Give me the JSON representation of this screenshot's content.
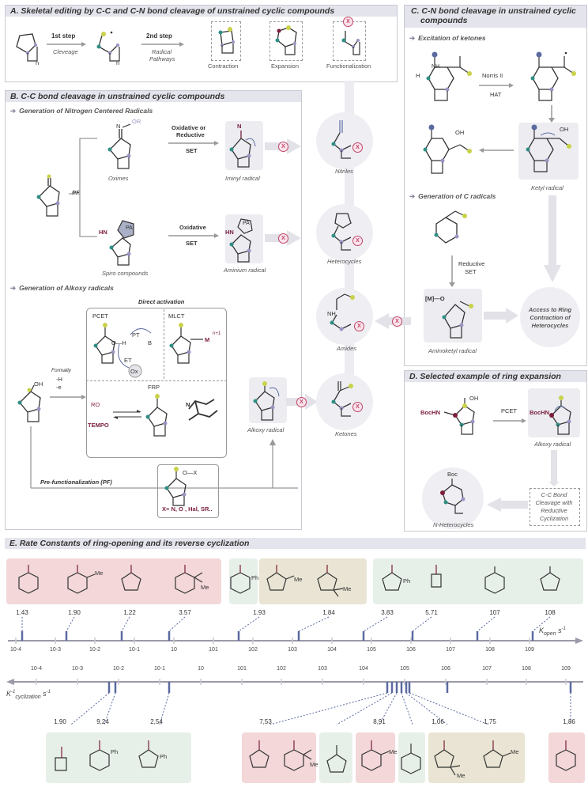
{
  "panelA": {
    "title": "A. Skeletal editing by C-C and C-N bond cleavage of unstrained cyclic compounds",
    "step1": "1st step",
    "step1_sub": "Cleveage",
    "step2": "2nd step",
    "step2_sub1": "Radical",
    "step2_sub2": "Pathways",
    "n": "n",
    "contraction": "Contraction",
    "expansion": "Expansion",
    "functionalization": "Functionalization",
    "x": "X"
  },
  "panelB": {
    "title": "B.  C-C bond cleavage in unstrained cyclic compounds",
    "sub1": "Generation of Nitrogen Centered Radicals",
    "or": "OR",
    "n_atom": "N",
    "oxidative_reductive1": "Oxidative or",
    "oxidative_reductive2": "Reductive",
    "set": "SET",
    "pf": "PF",
    "oximes": "Oximes",
    "iminyl": "Iminyl radical",
    "hn": "HN",
    "pa": "PA",
    "oxidative": "Oxidative",
    "spiro": "Spiro compounds",
    "aminium": "Aminium radical",
    "sub2": "Generation of Alkoxy radicals",
    "direct": "Direct activation",
    "pcet": "PCET",
    "mlct": "MLCT",
    "pt": "PT",
    "et": "ET",
    "ox": "Ox",
    "b": "B",
    "oh_h": "O—H",
    "m": "M",
    "mn1": "n+1",
    "frp": "FRP",
    "ro": "RO",
    "tempo": "TEMPO",
    "formally": "Formally",
    "minus_h": "-H",
    "minus_e": "-e",
    "oh": "OH",
    "alkoxy": "Alkoxy radical",
    "prefunc": "Pre-functionalization (PF)",
    "ox_label": "O—X",
    "xlist": "X= N, O , Hal, SR.."
  },
  "middle": {
    "nitriles": "Nitriles",
    "heterocycles": "Heterocycles",
    "amides": "Amides",
    "ketones": "Ketones",
    "nh": "NH"
  },
  "panelC": {
    "title": "C. C-N bond cleavage in unstrained cyclic",
    "title2": "compounds",
    "sub1": "Excitation of ketones",
    "norris": "Norris II",
    "hat": "HAT",
    "h": "H",
    "oh": "OH",
    "ketyl": "Ketyl radical",
    "sub2": "Generation of C radicals",
    "reductive": "Reductive",
    "set": "SET",
    "m_o": "[M]—O",
    "aminoketyl": "Aminoketyl radical",
    "access1": "Access to Ring",
    "access2": "Contraction of",
    "access3": "Heterocycles"
  },
  "panelD": {
    "title": "D. Selected example of ring expansion",
    "bochn": "BocHN",
    "oh": "OH",
    "pcet": "PCET",
    "alkoxy": "Alkoxy radical",
    "boc": "Boc",
    "nheterocycles": "N-Heterocycles",
    "cc1": "C-C Bond",
    "cc2": "Cleavage with",
    "cc3": "Reductive",
    "cc4": "Cyclization"
  },
  "panelE": {
    "title": "E. Rate Constants of ring-opening and its reverse cyclization",
    "kopen": "K",
    "kopen_sub": "open",
    "kopen_unit": "s",
    "kcyc": "K",
    "kcyc_sub": "cyclization",
    "kcyc_unit": "s",
    "ph": "Ph",
    "me": "Me",
    "top_ticks": [
      "10-4",
      "10-3",
      "10-2",
      "10-1",
      "10",
      "101",
      "102",
      "103",
      "104",
      "105",
      "106",
      "107",
      "108",
      "109"
    ],
    "top_values": [
      "1.43",
      "1.90",
      "1.22",
      "3.57",
      "1.93",
      "1.84",
      "3.83",
      "5.71",
      "107",
      "108"
    ],
    "bottom_ticks": [
      "10-4",
      "10-3",
      "10-2",
      "10-1",
      "10",
      "101",
      "102",
      "103",
      "104",
      "105",
      "106",
      "107",
      "108",
      "109"
    ],
    "bottom_values": [
      "1.90",
      "9,24",
      "2,54",
      "7,53",
      "8,91",
      "1,06",
      "1,75",
      "1,86"
    ]
  },
  "colors": {
    "teal": "#2f8f85",
    "lilac": "#9a93c4",
    "yellowgreen": "#c9d24a",
    "maroon": "#7b1e3a",
    "slate": "#5b6aa0",
    "pink_bg": "#f3d7d9",
    "green_bg": "#e7efe9",
    "tan_bg": "#e9e4d3"
  }
}
